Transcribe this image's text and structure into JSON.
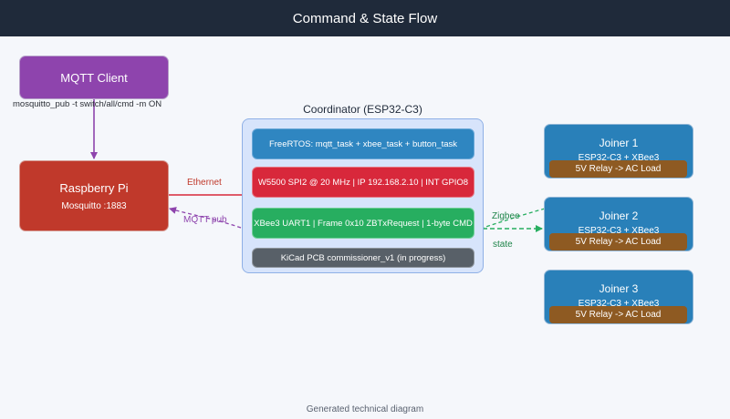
{
  "header": {
    "title": "Command & State Flow"
  },
  "nodes": {
    "mqtt_client": {
      "title": "MQTT Client",
      "caption": "mosquitto_pub -t switch/all/cmd -m ON"
    },
    "raspberry_pi": {
      "title": "Raspberry Pi",
      "subtitle": "Mosquitto :1883"
    },
    "coordinator": {
      "title": "Coordinator (ESP32-C3)",
      "rows": [
        "FreeRTOS: mqtt_task + xbee_task + button_task",
        "W5500 SPI2 @ 20 MHz | IP 192.168.2.10 | INT GPIO8",
        "XBee3 UART1 | Frame 0x10 ZBTxRequest | 1-byte CMD",
        "KiCad PCB commissioner_v1 (in progress)"
      ]
    },
    "joiners": [
      {
        "title": "Joiner 1",
        "subtitle": "ESP32-C3 + XBee3",
        "relay": "5V Relay  ->  AC Load"
      },
      {
        "title": "Joiner 2",
        "subtitle": "ESP32-C3 + XBee3",
        "relay": "5V Relay  ->  AC Load"
      },
      {
        "title": "Joiner 3",
        "subtitle": "ESP32-C3 + XBee3",
        "relay": "5V Relay  ->  AC Load"
      }
    ]
  },
  "edges": {
    "ethernet": "Ethernet",
    "mqtt_pub": "MQTT pub",
    "zigbee": "Zigbee",
    "state": "state"
  },
  "colors": {
    "header": "#1f2a3a",
    "mqtt_client": "#8e44ad",
    "raspberry_pi": "#c0392b",
    "freertos_row": "#2f86c1",
    "w5500_row": "#d8283b",
    "xbee_row": "#27ae60",
    "kicad_row": "#586068",
    "joiner": "#2980b9",
    "relay": "#8e5a22",
    "ethernet_edge": "#d8283b",
    "mqtt_pub_edge": "#8e44ad",
    "zigbee_edge": "#27ae60"
  },
  "footer": {
    "caption": "Generated technical diagram"
  }
}
